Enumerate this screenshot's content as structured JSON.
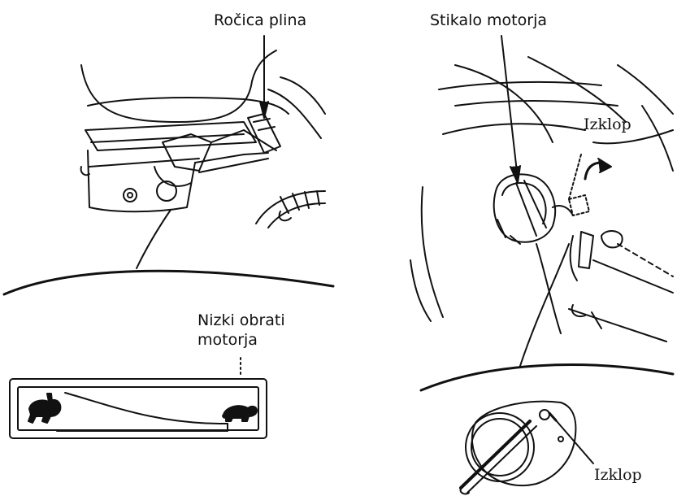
{
  "labels": {
    "throttle_lever": "Ročica plina",
    "engine_switch": "Stikalo motorja",
    "off_top": "Izklop",
    "low_rpm_line1": "Nizki obrati",
    "low_rpm_line2": "motorja",
    "off_bottom": "Izklop"
  },
  "colors": {
    "ink": "#111111",
    "background": "#ffffff"
  },
  "icons": {
    "fast": "rabbit-icon",
    "slow": "turtle-icon"
  }
}
